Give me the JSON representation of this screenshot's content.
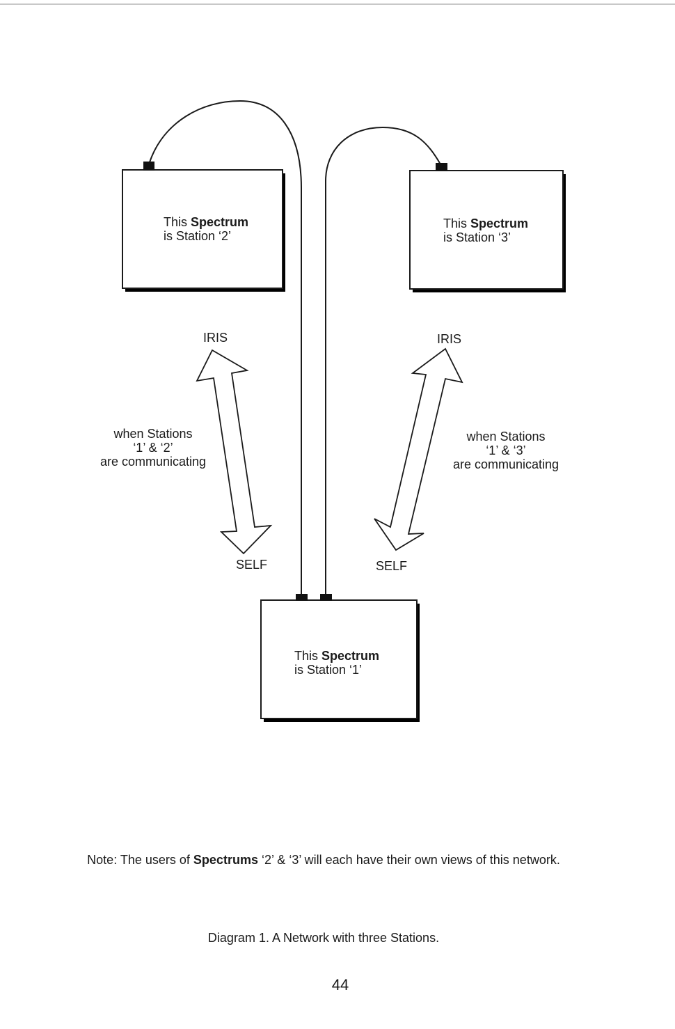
{
  "stations": [
    {
      "prefix": "This ",
      "bold": "Spectrum",
      "line2": "is Station ‘2’"
    },
    {
      "prefix": "This ",
      "bold": "Spectrum",
      "line2": "is Station ‘3’"
    },
    {
      "prefix": "This ",
      "bold": "Spectrum",
      "line2": "is Station ‘1’"
    }
  ],
  "left_arrow": {
    "top_label": "IRIS",
    "bottom_label": "SELF",
    "condition": [
      "when Stations",
      "‘1’ & ‘2’",
      "are communicating"
    ]
  },
  "right_arrow": {
    "top_label": "IRIS",
    "bottom_label": "SELF",
    "condition": [
      "when Stations",
      "‘1’ & ‘3’",
      "are communicating"
    ]
  },
  "note": {
    "prefix": "Note: The users of ",
    "bold": "Spectrums",
    "suffix": " ‘2’ & ‘3’ will each have their own views of this network."
  },
  "caption": "Diagram 1. A Network with three Stations.",
  "page_number": "44"
}
